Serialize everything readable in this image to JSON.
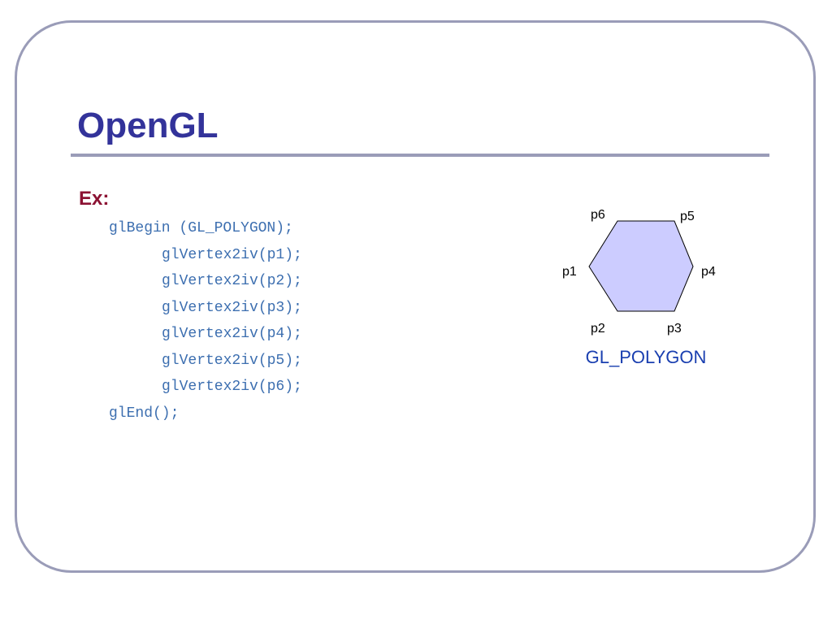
{
  "slide": {
    "title": "OpenGL",
    "bullet": "Ex:",
    "code_lines": [
      "glBegin (GL_POLYGON);",
      "glVertex2iv(p1);",
      "glVertex2iv(p2);",
      "glVertex2iv(p3);",
      "glVertex2iv(p4);",
      "glVertex2iv(p5);",
      "glVertex2iv(p6);",
      "glEnd();"
    ],
    "diagram": {
      "fill_color": "#ccccff",
      "stroke_color": "#000000",
      "vertex_labels": {
        "p1": "p1",
        "p2": "p2",
        "p3": "p3",
        "p4": "p4",
        "p5": "p5",
        "p6": "p6"
      },
      "caption": "GL_POLYGON"
    },
    "colors": {
      "title": "#33339a",
      "bullet": "#8c1233",
      "code": "#3d6fb0",
      "caption": "#1a3fb0",
      "frame": "#9a9cb8"
    }
  }
}
